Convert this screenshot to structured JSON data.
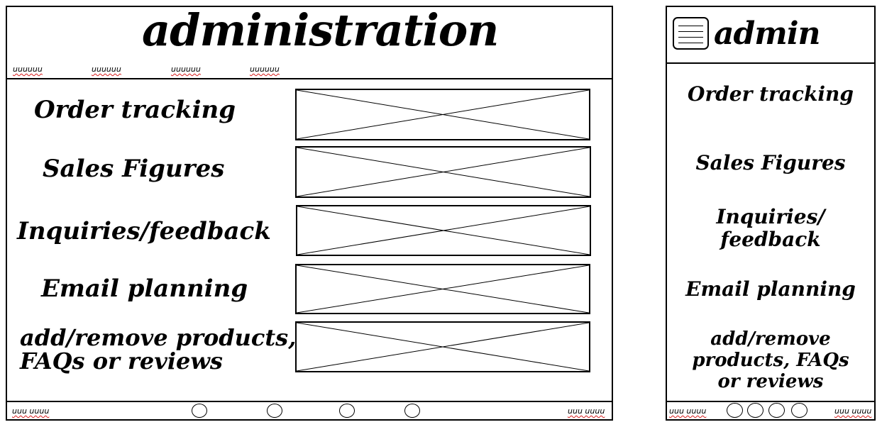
{
  "desktop": {
    "title": "administration",
    "nav_links": [
      "uuuuuu",
      "uuuuuu",
      "uuuuuu",
      "uuuuuu"
    ],
    "sections": [
      {
        "label": "Order tracking"
      },
      {
        "label": "Sales Figures"
      },
      {
        "label": "Inquiries/feedback"
      },
      {
        "label": "Email planning"
      },
      {
        "label": "add/remove products, FAQs or reviews"
      }
    ],
    "footer": {
      "left": "uuu uuuu",
      "right": "uuu uuuu",
      "dots": 4
    }
  },
  "mobile": {
    "title": "admin",
    "menu_icon": "hamburger-menu-icon",
    "sections": [
      {
        "label": "Order tracking"
      },
      {
        "label": "Sales Figures"
      },
      {
        "label": "Inquiries/ feedback"
      },
      {
        "label": "Email planning"
      },
      {
        "label": "add/remove products, FAQs or reviews"
      }
    ],
    "footer": {
      "left": "uuu uuuu",
      "right": "uuu uuuu",
      "dots": 4
    }
  }
}
